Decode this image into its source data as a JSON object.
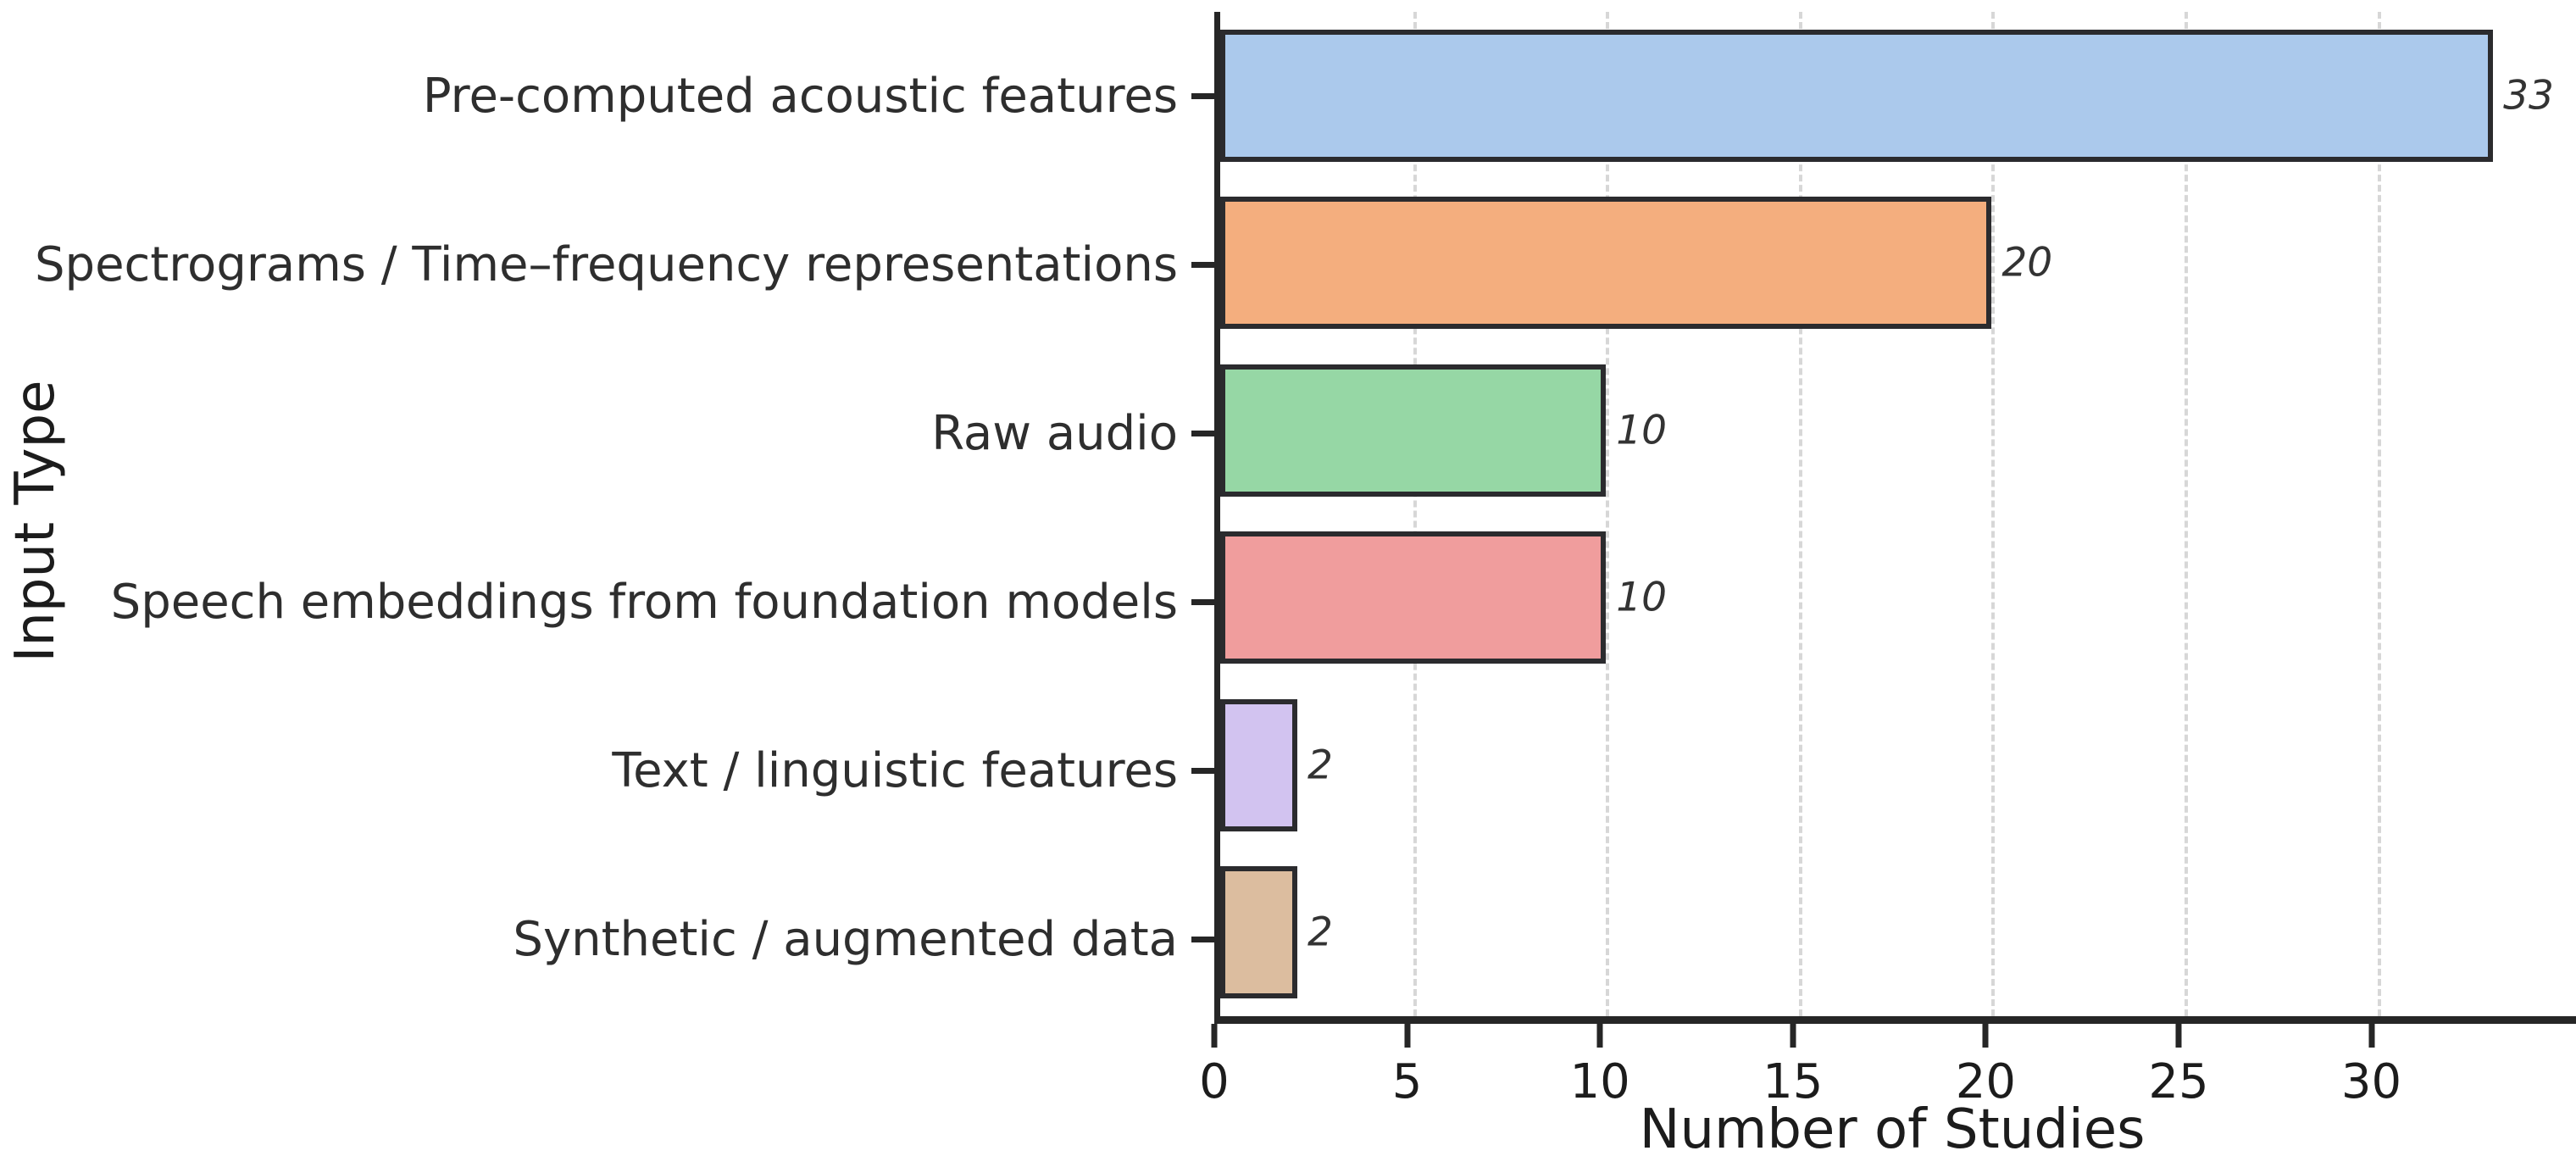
{
  "chart_data": {
    "type": "bar",
    "orientation": "horizontal",
    "title": "",
    "xlabel": "Number of Studies",
    "ylabel": "Input Type",
    "categories": [
      "Pre-computed acoustic features",
      "Spectrograms / Time–frequency representations",
      "Raw audio",
      "Speech embeddings from foundation models",
      "Text / linguistic features",
      "Synthetic / augmented data"
    ],
    "values": [
      33,
      20,
      10,
      10,
      2,
      2
    ],
    "value_labels": [
      "33",
      "20",
      "10",
      "10",
      "2",
      "2"
    ],
    "bar_colors": [
      "#abc9ec",
      "#f4ae7e",
      "#96d7a5",
      "#f09d9d",
      "#d2c3f0",
      "#dcbd9f"
    ],
    "bar_edge_color": "#2b2b2e",
    "x_ticks": [
      0,
      5,
      10,
      15,
      20,
      25,
      30
    ],
    "x_tick_labels": [
      "0",
      "5",
      "10",
      "15",
      "20",
      "25",
      "30"
    ],
    "xlim": [
      0,
      35.15
    ],
    "grid": {
      "axis": "x",
      "style": "dashed",
      "color": "#d7d7d7"
    },
    "legend": "none"
  }
}
